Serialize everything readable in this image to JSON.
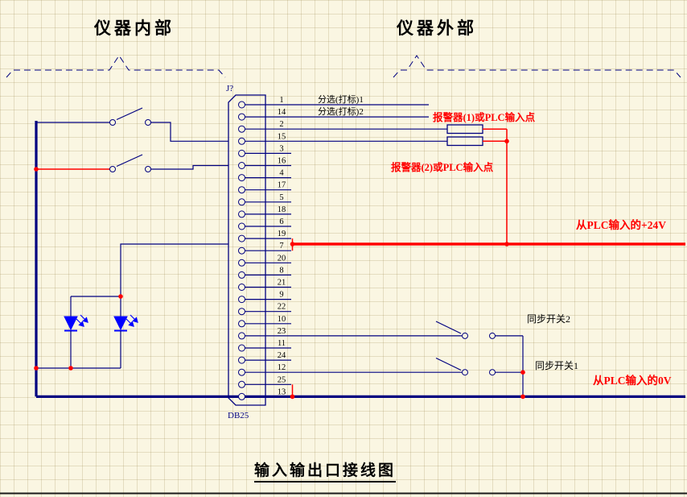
{
  "sheet": {
    "background": "#FAF6E2",
    "grid_color": "#E0D8BA",
    "wire_navy": "#000080",
    "wire_red": "#FF0000",
    "led_blue": "#0000FF"
  },
  "titles": {
    "internal": "仪器内部",
    "external": "仪器外部",
    "bottom": "输入输出口接线图"
  },
  "connector": {
    "designator": "J?",
    "name": "DB25",
    "pins": [
      "1",
      "14",
      "2",
      "15",
      "3",
      "16",
      "4",
      "17",
      "5",
      "18",
      "6",
      "19",
      "7",
      "20",
      "8",
      "21",
      "9",
      "22",
      "10",
      "23",
      "11",
      "24",
      "12",
      "25",
      "13"
    ]
  },
  "labels": {
    "sort1": "分选(打标)1",
    "sort2": "分选(打标)2",
    "alarm1": "报警器(1)或PLC输入点",
    "alarm2": "报警器(2)或PLC输入点",
    "plc24v": "从PLC输入的+24V",
    "sync2": "同步开关2",
    "sync1": "同步开关1",
    "plc0v": "从PLC输入的0V"
  }
}
